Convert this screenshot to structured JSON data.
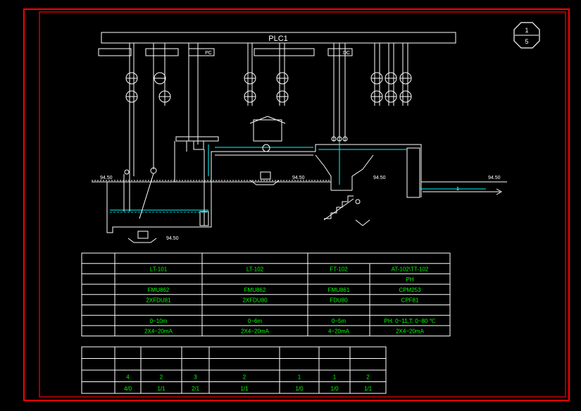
{
  "colors": {
    "frame": "#ff0000",
    "line": "#ffffff",
    "accent": "#00ffff",
    "text_green": "#00ff00",
    "text_yellow": "#ffff00"
  },
  "title_bar": {
    "label": "PLC1"
  },
  "sheet": {
    "number": "1",
    "total": "5"
  },
  "header_labels": [
    "",
    "",
    "PC",
    "",
    "DC"
  ],
  "elevations": [
    "94.50",
    "94.50",
    "94.50",
    "94.50",
    "94.50"
  ],
  "flow_number": "1",
  "table1": {
    "rows": [
      [
        "",
        "",
        "",
        "",
        ""
      ],
      [
        "",
        "LT-101",
        "LT-102",
        "FT-102",
        "AT-102\\TT-102"
      ],
      [
        "",
        "",
        "",
        "",
        "PH"
      ],
      [
        "",
        "FMU862",
        "FMU862",
        "FMU861",
        "CPM253"
      ],
      [
        "",
        "2XFDU81",
        "2XFDU80",
        "FDU80",
        "CPF81"
      ],
      [
        "",
        "",
        "",
        "",
        ""
      ],
      [
        "",
        "0~10m",
        "0~6m",
        "0~5m",
        "PH: 0~11,T: 0~80 ℃"
      ],
      [
        "",
        "2X4~20mA",
        "2X4~20mA",
        "4~20mA",
        "2X4~20mA"
      ]
    ]
  },
  "table2": {
    "rows": [
      [
        "",
        "",
        "",
        "",
        "",
        "",
        "",
        ""
      ],
      [
        "",
        "",
        "",
        "",
        "",
        "",
        "",
        ""
      ],
      [
        "",
        "4",
        "2",
        "3",
        "2",
        "1",
        "1",
        "2"
      ],
      [
        "",
        "4/0",
        "1/1",
        "2/1",
        "1/1",
        "1/0",
        "1/0",
        "1/1"
      ]
    ]
  }
}
